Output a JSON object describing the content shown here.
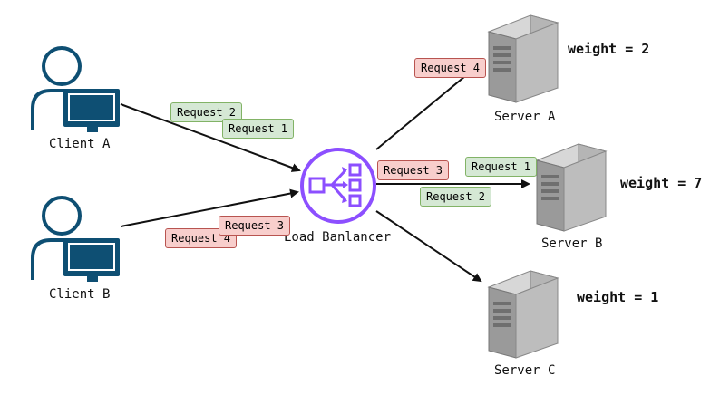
{
  "clients": {
    "a": {
      "label": "Client A",
      "icon": "user-computer-icon"
    },
    "b": {
      "label": "Client B",
      "icon": "user-computer-icon"
    }
  },
  "load_balancer": {
    "label": "Load Banlancer",
    "icon": "load-balancer-icon",
    "color": "#8c4fff"
  },
  "servers": {
    "a": {
      "label": "Server A",
      "weight": "weight = 2"
    },
    "b": {
      "label": "Server B",
      "weight": "weight = 7"
    },
    "c": {
      "label": "Server C",
      "weight": "weight = 1"
    }
  },
  "requests": {
    "client_a_1": "Request 2",
    "client_a_2": "Request 1",
    "client_b_1": "Request 4",
    "client_b_2": "Request 3",
    "server_a_1": "Request 4",
    "server_b_1": "Request 3",
    "server_b_2": "Request 1",
    "server_b_3": "Request 2"
  },
  "colors": {
    "client_icon": "#0e4f73",
    "request_success_bg": "#d5e8d4",
    "request_success_border": "#82b366",
    "request_pending_bg": "#f8cecc",
    "request_pending_border": "#b85450",
    "server_body": "#8c8c8c"
  }
}
